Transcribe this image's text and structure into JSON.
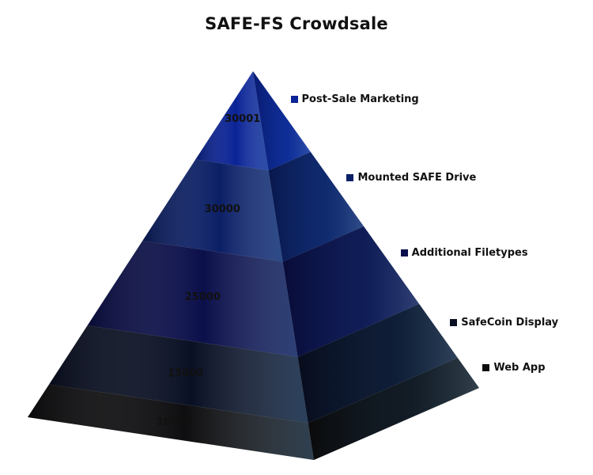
{
  "chart_data": {
    "type": "pyramid",
    "title": "SAFE-FS Crowdsale",
    "categories": [
      "Web App",
      "SafeCoin Display",
      "Additional Filetypes",
      "Mounted SAFE Drive",
      "Post-Sale Marketing"
    ],
    "values": [
      10000,
      15000,
      25000,
      30000,
      30001
    ],
    "value_labels": [
      "10000",
      "15000",
      "25000",
      "30000",
      "30001"
    ],
    "colors": [
      "#0e0e10",
      "#0a1024",
      "#0b0f4a",
      "#0b1f66",
      "#0a2396"
    ],
    "legend": {
      "position": "right",
      "order": [
        "Post-Sale Marketing",
        "Mounted SAFE Drive",
        "Additional Filetypes",
        "SafeCoin Display",
        "Web App"
      ]
    }
  }
}
